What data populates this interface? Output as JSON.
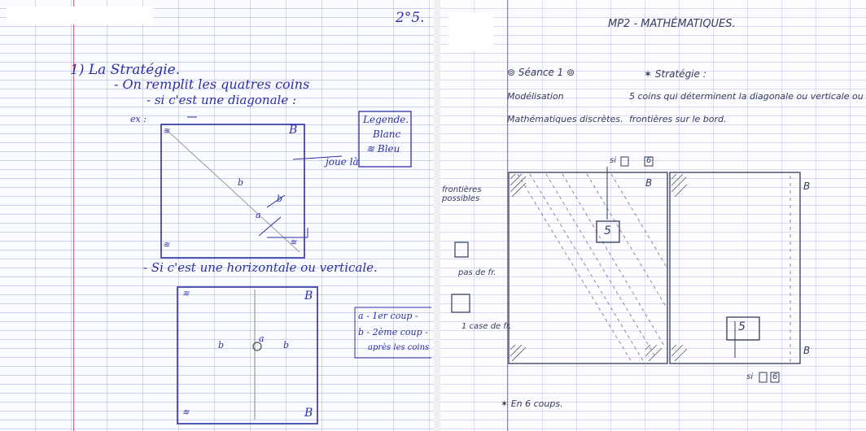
{
  "left_page": {
    "page_number": "2°5.",
    "heading": "1) La Stratégie.",
    "line_fill_corners": "- On remplit les quatres coins",
    "line_if_diagonal": "- si c'est une diagonale :",
    "example_label": "ex :",
    "legend": {
      "title": "Legende.",
      "item1": "Blanc",
      "item2": "≋ Bleu"
    },
    "play_here": "joue là",
    "corner_mark": "≋",
    "label_a": "a",
    "label_b": "b",
    "label_B": "B",
    "line_if_horizontal": "- Si c'est une horizontale ou verticale.",
    "moves_note": {
      "line1": "a - 1er coup -",
      "line2": "b - 2ème coup -",
      "line3": "après les coins"
    }
  },
  "right_page": {
    "title": "MP2 - MATHÉMATIQUES.",
    "session": "⊚ Séance 1 ⊚",
    "modelisation": "Modélisation",
    "discrete_math": "Mathématiques discrètes.",
    "strategy_title": "✶ Stratégie :",
    "strategy_line1": "5 coins qui déterminent la diagonale ou verticale ou",
    "strategy_line2": "frontières sur le bord.",
    "possible_borders": "frontières possibles",
    "no_border": "pas de fr.",
    "one_border": "1 case de fr.",
    "if_label": "si",
    "six": "6",
    "five": "5",
    "label_B": "B",
    "in_six_moves": "✶ En 6 coups."
  }
}
